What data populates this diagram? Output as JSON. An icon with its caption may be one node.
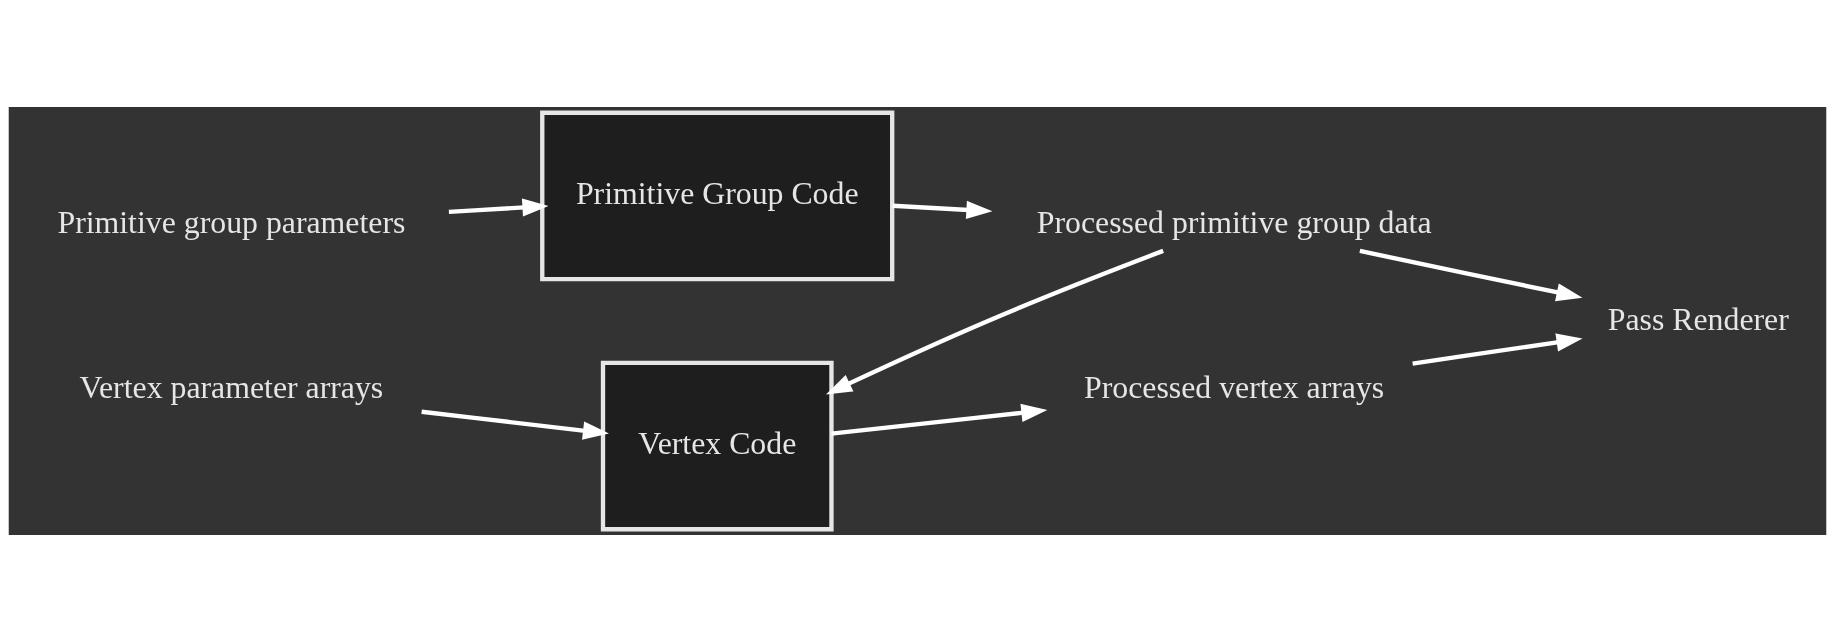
{
  "diagram": {
    "nodes": [
      {
        "text": [
          "Primitive group parameters"
        ]
      },
      {
        "text": [
          "Primitive Group Code"
        ]
      },
      {
        "text": [
          "Processed primitive group data"
        ]
      },
      {
        "text": [
          "Vertex parameter arrays"
        ]
      },
      {
        "text": [
          "Vertex Code"
        ]
      },
      {
        "text": [
          "Processed vertex arrays"
        ]
      },
      {
        "text": [
          "Pass Renderer"
        ]
      }
    ],
    "edges": [
      {
        "from": 0,
        "to": 1,
        "arrow": "to"
      },
      {
        "from": 1,
        "to": 2,
        "arrow": "to"
      },
      {
        "from": 2,
        "to": 4,
        "arrow": "to"
      },
      {
        "from": 3,
        "to": 4,
        "arrow": "to"
      },
      {
        "from": 4,
        "to": 5,
        "arrow": "to"
      },
      {
        "from": 2,
        "to": 6,
        "arrow": "to"
      },
      {
        "from": 5,
        "to": 6,
        "arrow": "to"
      }
    ]
  }
}
